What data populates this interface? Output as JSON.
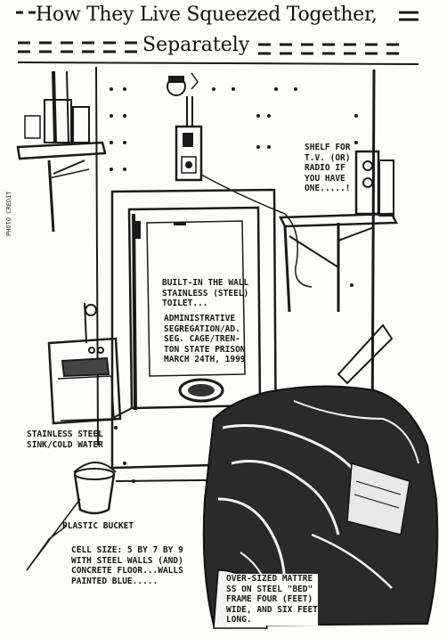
{
  "title": {
    "line1": "How They Live Squeezed Together,",
    "line2": "Separately"
  },
  "labels": {
    "shelf": "SHELF FOR\nT.V. (OR)\nRADIO IF\nYOU HAVE\nONE.....!",
    "toilet": "BUILT-IN THE WALL\nSTAINLESS (STEEL)\nTOILET...",
    "location": "ADMINISTRATIVE\nSEGREGATION/AD.\nSEG. CAGE/TREN-\nTON STATE PRISON\nMARCH 24TH, 1999",
    "sink": "STAINLESS STEEL\nSINK/COLD WATER",
    "bucket": "PLASTIC BUCKET",
    "cell_size": "CELL SIZE: 5 BY 7 BY 9\nWITH STEEL WALLS (AND)\nCONCRETE FLOOR...WALLS\nPAINTED BLUE.....",
    "mattress": "OVER-SIZED MATTRE\nSS ON STEEL \"BED\"\nFRAME FOUR (FEET)\nWIDE, AND SIX FEET\nLONG.",
    "side_credit": "PHOTO CREDIT"
  },
  "colors": {
    "ink": "#151515",
    "paper": "#fdfdfb"
  }
}
